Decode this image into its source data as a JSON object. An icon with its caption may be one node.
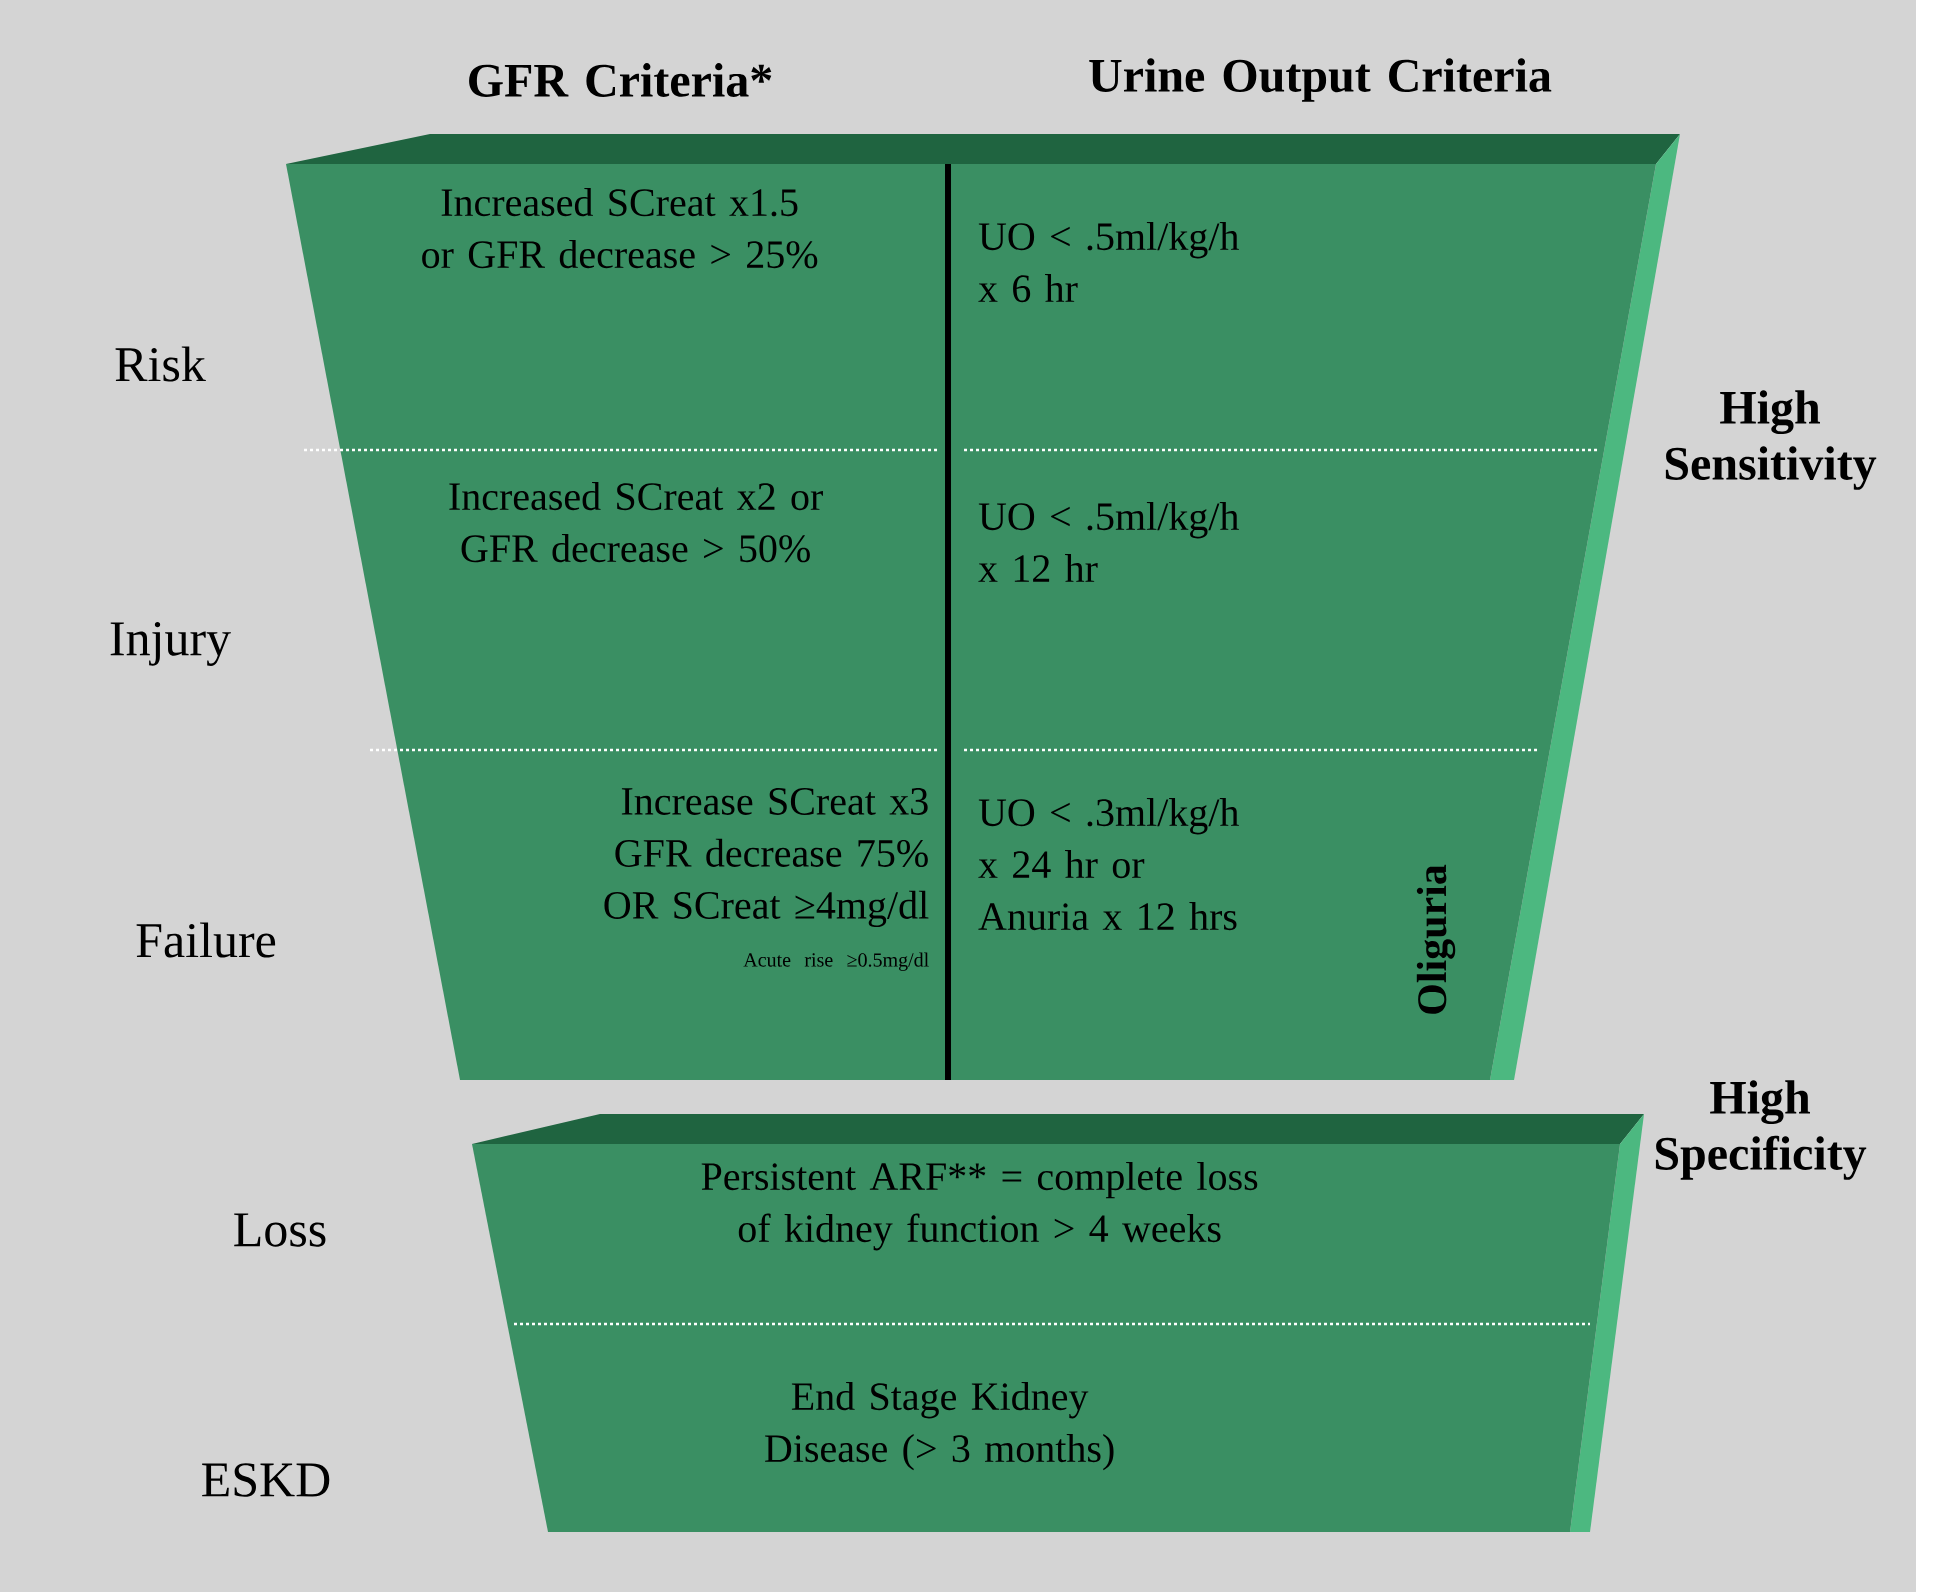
{
  "diagram": {
    "nodes": [
      {
        "text": [],
        "shape": "trapezoid"
      },
      {
        "text": [
          "Increased SCreat x1.5 or GFR decrease > 25%"
        ],
        "in": 0
      },
      {
        "text": [
          "UO < .5ml/kg/h x 6 hr"
        ],
        "in": 0
      },
      {
        "text": [
          "Increased SCreat x2 or GFR decrease > 50%"
        ],
        "in": 0
      },
      {
        "text": [
          "UO < .5ml/kg/h x 12 hr"
        ],
        "in": 0
      },
      {
        "text": [
          "Increase SCreat x3 GFR decrease 75% OR SCreat ≥4mg/dl",
          "Acute rise ≥0.5mg/dl"
        ],
        "in": 0
      },
      {
        "text": [
          "UO < .3ml/kg/h x 24 hr or Anuria x 12 hrs"
        ],
        "in": 0
      },
      {
        "text": [],
        "shape": "trapezoid"
      },
      {
        "text": [
          "Persistent ARF** = complete loss of kidney function > 4 weeks"
        ],
        "in": 7
      },
      {
        "text": [
          "End Stage Kidney Disease (> 3 months)"
        ],
        "in": 7
      }
    ],
    "labels": [
      "GFR Criteria*",
      "Urine Output Criteria",
      "Risk",
      "High Sensitivity",
      "Injury",
      "Oliguria",
      "Failure",
      "High Specificity",
      "Loss",
      "ESKD"
    ]
  }
}
